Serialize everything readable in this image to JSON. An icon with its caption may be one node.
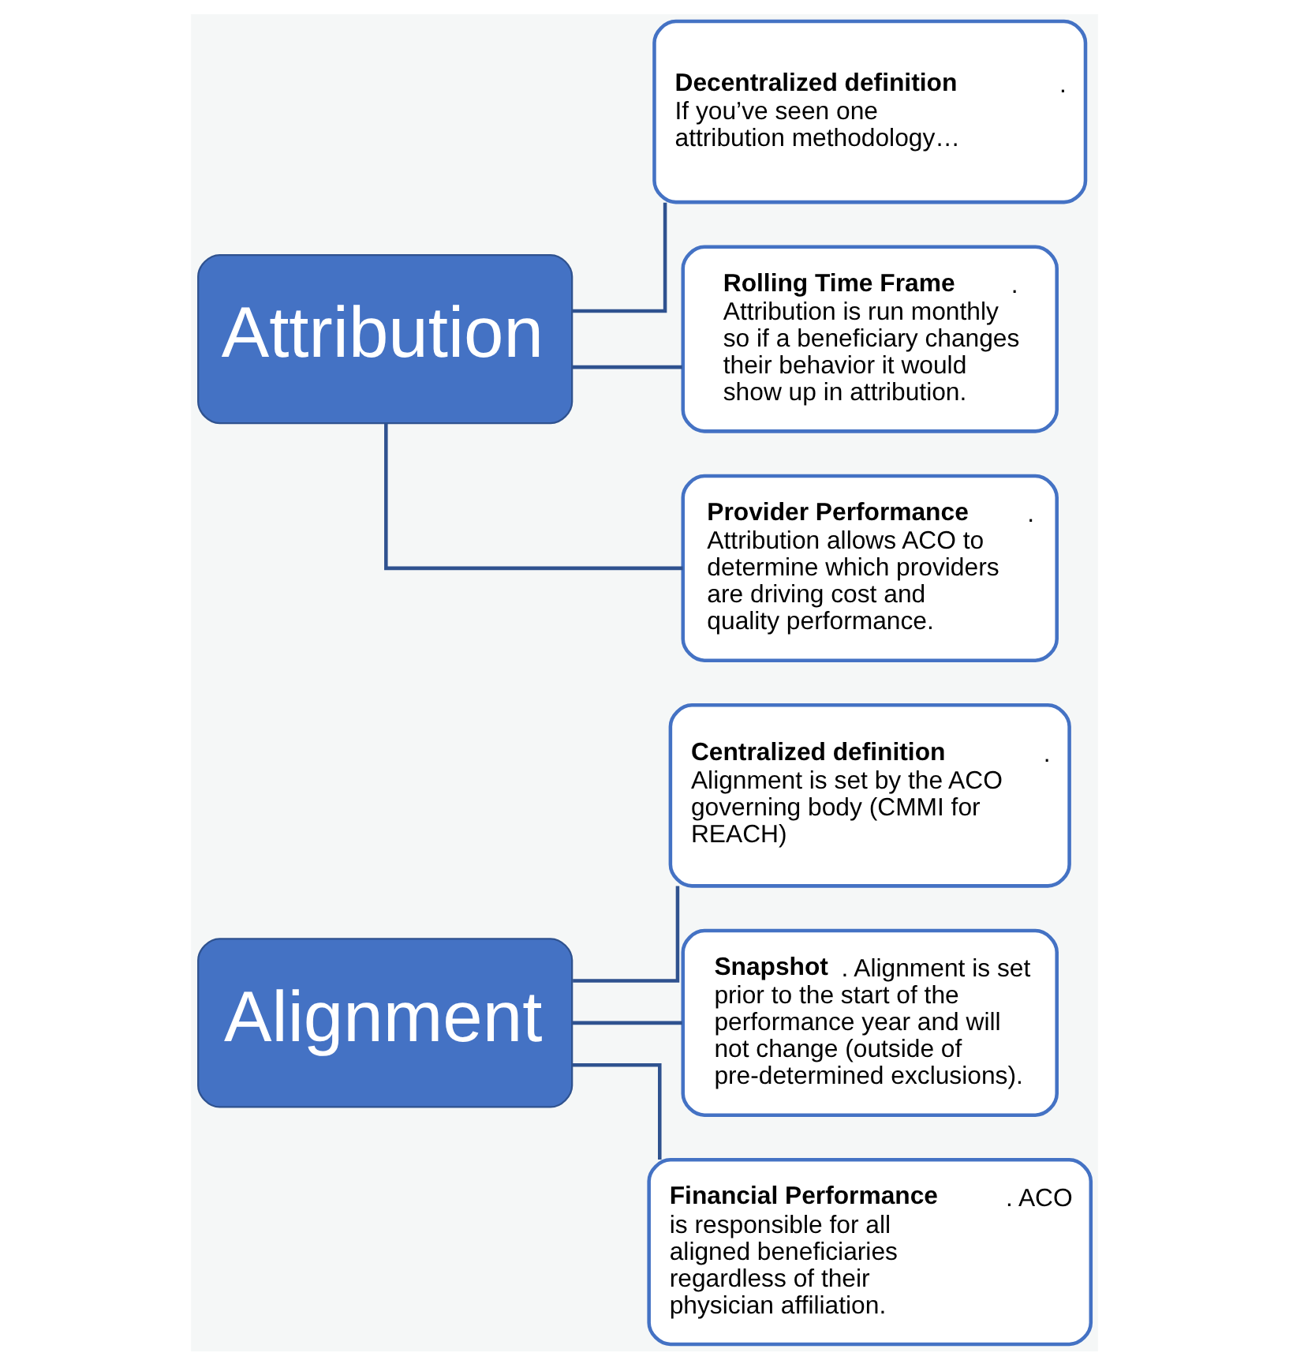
{
  "diagram": {
    "nodes": [
      {
        "text": [
          "Alignment"
        ]
      },
      {
        "text": [
          "**Centralized definition**. Alignment is set by the ACO governing body (CMMI for REACH)"
        ]
      },
      {
        "text": [
          "**Snapshot**. Alignment is set prior to the start of the performance year and will not change (outside of pre-determined exclusions)."
        ]
      },
      {
        "text": [
          "**Financial Performance**. ACO is responsible for all aligned beneficiaries regardless of their physician affiliation."
        ]
      },
      {
        "text": [
          "Attribution"
        ]
      },
      {
        "text": [
          "**Decentralized definition**. If you’ve seen one attribution methodology…"
        ]
      },
      {
        "text": [
          "**Rolling Time Frame**. Attribution is run monthly so if a beneficiary changes their behavior it would show up in attribution."
        ]
      },
      {
        "text": [
          "**Provider Performance**. Attribution allows ACO to determine which providers are driving cost and quality performance."
        ]
      }
    ],
    "edges": [
      {
        "from": 0,
        "to": 1,
        "arrow": "none"
      },
      {
        "from": 0,
        "to": 2,
        "arrow": "none"
      },
      {
        "from": 0,
        "to": 3,
        "arrow": "none"
      },
      {
        "from": 4,
        "to": 5,
        "arrow": "none"
      },
      {
        "from": 4,
        "to": 6,
        "arrow": "none"
      },
      {
        "from": 4,
        "to": 7,
        "arrow": "none"
      }
    ]
  }
}
